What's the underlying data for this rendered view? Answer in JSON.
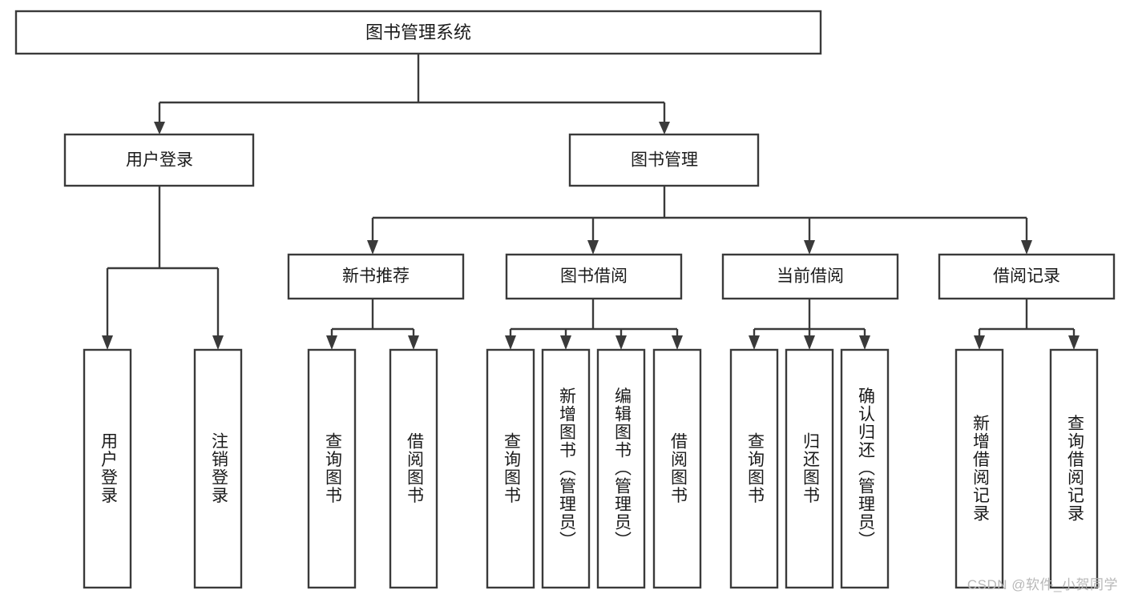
{
  "diagram": {
    "type": "tree",
    "title": "图书管理系统",
    "orientation": "top-down",
    "colors": {
      "box_stroke": "#3a3a3a",
      "box_fill": "#ffffff",
      "connector": "#3a3a3a",
      "text": "#1a1a1a",
      "background": "#ffffff",
      "watermark": "#b8b8b8"
    },
    "nodes": {
      "root": {
        "label": "图书管理系统"
      },
      "level1": [
        {
          "label": "用户登录"
        },
        {
          "label": "图书管理"
        }
      ],
      "level2": [
        {
          "label": "新书推荐"
        },
        {
          "label": "图书借阅"
        },
        {
          "label": "当前借阅"
        },
        {
          "label": "借阅记录"
        }
      ],
      "leaves": {
        "user_login": [
          {
            "label": "用户登录"
          },
          {
            "label": "注销登录"
          }
        ],
        "new_book": [
          {
            "label": "查询图书"
          },
          {
            "label": "借阅图书"
          }
        ],
        "book_borrow": [
          {
            "label": "查询图书"
          },
          {
            "label": "新增图书（管理员）"
          },
          {
            "label": "编辑图书（管理员）"
          },
          {
            "label": "借阅图书"
          }
        ],
        "current_borrow": [
          {
            "label": "查询图书"
          },
          {
            "label": "归还图书"
          },
          {
            "label": "确认归还（管理员）"
          }
        ],
        "borrow_record": [
          {
            "label": "新增借阅记录"
          },
          {
            "label": "查询借阅记录"
          }
        ]
      }
    }
  },
  "watermark": {
    "text": "CSDN @软件_小贺同学"
  }
}
